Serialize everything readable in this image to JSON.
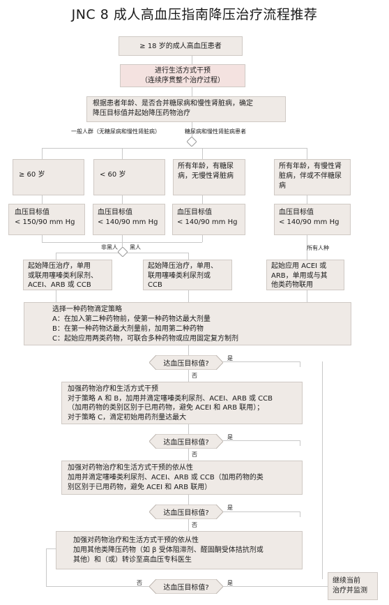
{
  "title": "JNC 8 成人高血压指南降压治疗流程推荐",
  "start": "≥ 18 岁的成人高血压患者",
  "lifestyle": [
    "进行生活方式干预",
    "（连续序贯整个治疗过程）"
  ],
  "assess": [
    "根据患者年龄、是否合并糖尿病和慢性肾脏病，确定",
    "降压目标值并起始降压药物治疗"
  ],
  "branch_left": "一般人群（无糖尿病和慢性肾脏病）",
  "branch_right": "糖尿病和慢性肾脏病患者",
  "groups": [
    {
      "label": "≥ 60 岁",
      "target": [
        "血压目标值",
        "< 150/90 mm Hg"
      ]
    },
    {
      "label": "< 60 岁",
      "target": [
        "血压目标值",
        "< 140/90 mm Hg"
      ]
    },
    {
      "label": "所有年龄，有糖尿病，无慢性肾脏病",
      "target": [
        "血压目标值",
        "< 140/90 mm Hg"
      ]
    },
    {
      "label": "所有年龄，有慢性肾脏病，伴或不伴糖尿病",
      "target": [
        "血压目标值",
        "< 140/90 mm Hg"
      ]
    }
  ],
  "race_nonblack": "非黑人",
  "race_black": "黑人",
  "race_all": "所有人种",
  "treat": [
    [
      "起始降压治疗，单用",
      "或联用噻嗪类利尿剂、",
      "ACEI、ARB 或 CCB"
    ],
    [
      "起始降压治疗，单用、",
      "联用噻嗪类利尿剂或",
      "CCB"
    ],
    [
      "起始应用 ACEI 或",
      "ARB，单用或与其",
      "他类药物联用"
    ]
  ],
  "strategy": [
    "选择一种药物滴定策略",
    "A：在加入第二种药物前，使第一种药物达最大剂量",
    "B：在第一种药物达最大剂量前，加用第二种药物",
    "C：起始应用两类药物，可联合多种药物或应用固定复方制剂"
  ],
  "decision": "达血压目标值?",
  "yes": "是",
  "no": "否",
  "step1": [
    "加强药物治疗和生活方式干预",
    "对于策略 A 和 B，加用并滴定噻嗪类利尿剂、ACEI、ARB 或 CCB",
    "（加用药物的类别区别于已用药物，避免 ACEI 和 ARB 联用）；",
    "对于策略 C，滴定初始用药剂量达最大"
  ],
  "step2": [
    "加强对药物治疗和生活方式干预的依从性",
    "加用并滴定噻嗪类利尿剂、ACEI、ARB 或 CCB（加用药物的类",
    "别区别于已用药物，避免 ACEI 和 ARB 联用）"
  ],
  "step3": [
    "加强对药物治疗和生活方式干预的依从性",
    "加用其他类降压药物（如 β 受体阻滞剂、醛固酮受体拮抗剂或",
    "其他）和（或）转诊至高血压专科医生"
  ],
  "continue": [
    "继续当前",
    "治疗并监测"
  ]
}
